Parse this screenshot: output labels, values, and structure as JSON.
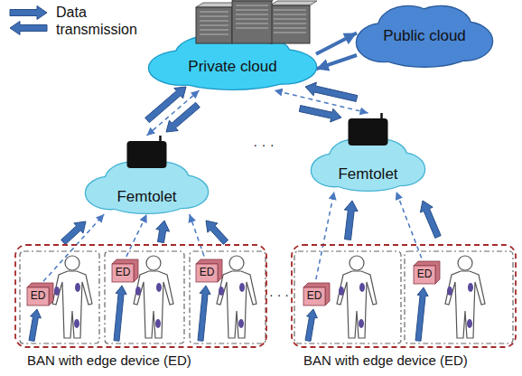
{
  "diagram": {
    "nodes": [
      {
        "text": [
          "Private cloud"
        ]
      },
      {
        "text": [
          "Public cloud"
        ]
      },
      {
        "text": [
          "Femtolet"
        ]
      },
      {
        "text": [
          "Femtolet"
        ]
      },
      {
        "text": [
          "BAN with edge device (ED)"
        ]
      },
      {
        "text": [
          "ED"
        ],
        "in": 4
      },
      {
        "text": [
          "ED"
        ],
        "in": 4
      },
      {
        "text": [
          "ED"
        ],
        "in": 4
      },
      {
        "text": [
          "BAN with edge device (ED)"
        ]
      },
      {
        "text": [
          "ED"
        ],
        "in": 8
      },
      {
        "text": [
          "ED"
        ],
        "in": 8
      }
    ],
    "edges": [
      {
        "from": 0,
        "to": 1,
        "arrow": "to"
      },
      {
        "from": 1,
        "to": 0,
        "arrow": "to"
      },
      {
        "from": 2,
        "to": 0,
        "arrow": "both"
      },
      {
        "from": 3,
        "to": 0,
        "arrow": "both"
      },
      {
        "from": 5,
        "to": 2,
        "arrow": "to"
      },
      {
        "from": 6,
        "to": 2,
        "arrow": "to"
      },
      {
        "from": 7,
        "to": 2,
        "arrow": "to"
      },
      {
        "from": 9,
        "to": 3,
        "arrow": "to"
      },
      {
        "from": 10,
        "to": 3,
        "arrow": "to"
      }
    ],
    "labels": [
      "· · ·",
      "· · ·"
    ],
    "legend": [
      {
        "text": "Data transmission"
      }
    ]
  }
}
